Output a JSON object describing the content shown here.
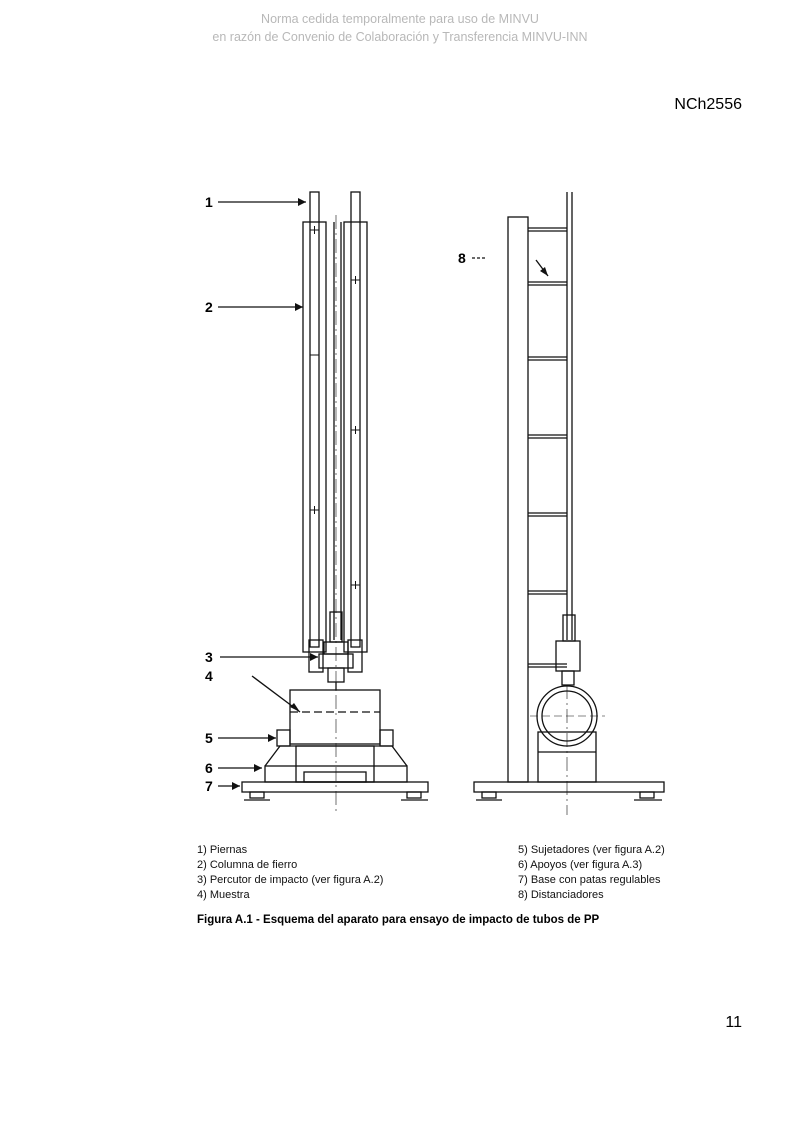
{
  "watermark": {
    "line1": "Norma cedida temporalmente para uso de MINVU",
    "line2": "en razón de Convenio de Colaboración y Transferencia MINVU-INN"
  },
  "header": {
    "doc_code": "NCh2556"
  },
  "figure": {
    "callouts": [
      "1",
      "2",
      "3",
      "4",
      "5",
      "6",
      "7",
      "8"
    ],
    "legend_left": [
      "1) Piernas",
      "2) Columna de fierro",
      "3) Percutor de impacto (ver figura A.2)",
      "4) Muestra"
    ],
    "legend_right": [
      "5) Sujetadores (ver figura A.2)",
      "6) Apoyos (ver figura A.3)",
      "7) Base con patas regulables",
      "8) Distanciadores"
    ],
    "caption": "Figura A.1 - Esquema del aparato para ensayo de impacto de tubos de PP"
  },
  "footer": {
    "page_number": "11"
  }
}
